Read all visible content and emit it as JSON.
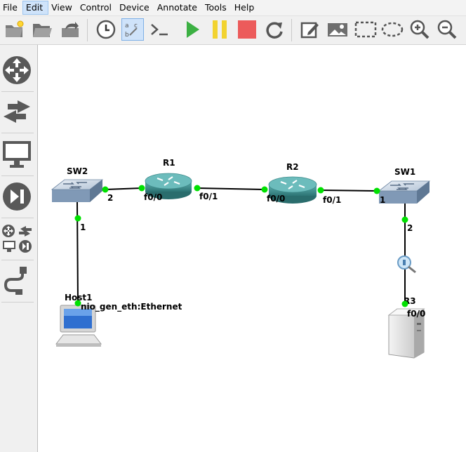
{
  "menu": {
    "file": "File",
    "edit": "Edit",
    "view": "View",
    "control": "Control",
    "device": "Device",
    "annotate": "Annotate",
    "tools": "Tools",
    "help": "Help"
  },
  "toolbar": {
    "buttons": [
      "new-project",
      "open-project",
      "save-project",
      "snapshot",
      "show-interface-labels",
      "console-all",
      "start-all",
      "suspend-all",
      "stop-all",
      "reload-all",
      "add-note",
      "insert-picture",
      "draw-rectangle",
      "draw-ellipse",
      "zoom-in",
      "zoom-out"
    ]
  },
  "sidebar": {
    "categories": [
      "routers",
      "switches",
      "end-devices",
      "security-devices",
      "all-devices",
      "add-link"
    ]
  },
  "topology": {
    "nodes": {
      "sw2": "SW2",
      "r1": "R1",
      "r2": "R2",
      "sw1": "SW1",
      "host1": "Host1",
      "r3": "R3"
    },
    "ports": {
      "sw2_to_r1": "2",
      "r1_to_sw2": "f0/0",
      "r1_to_r2": "f0/1",
      "r2_to_r1": "f0/0",
      "r2_to_sw1": "f0/1",
      "sw1_to_r2": "1",
      "sw2_to_host1": "1",
      "host1_to_sw2": "nio_gen_eth:Ethernet",
      "sw1_to_r3": "2",
      "r3_to_sw1": "f0/0"
    },
    "link_color": "#000000",
    "port_up_color": "#00e000"
  },
  "colors": {
    "router": "#3b8c8c",
    "switch": "#7f97b3",
    "accent": "#3c8f3c"
  }
}
